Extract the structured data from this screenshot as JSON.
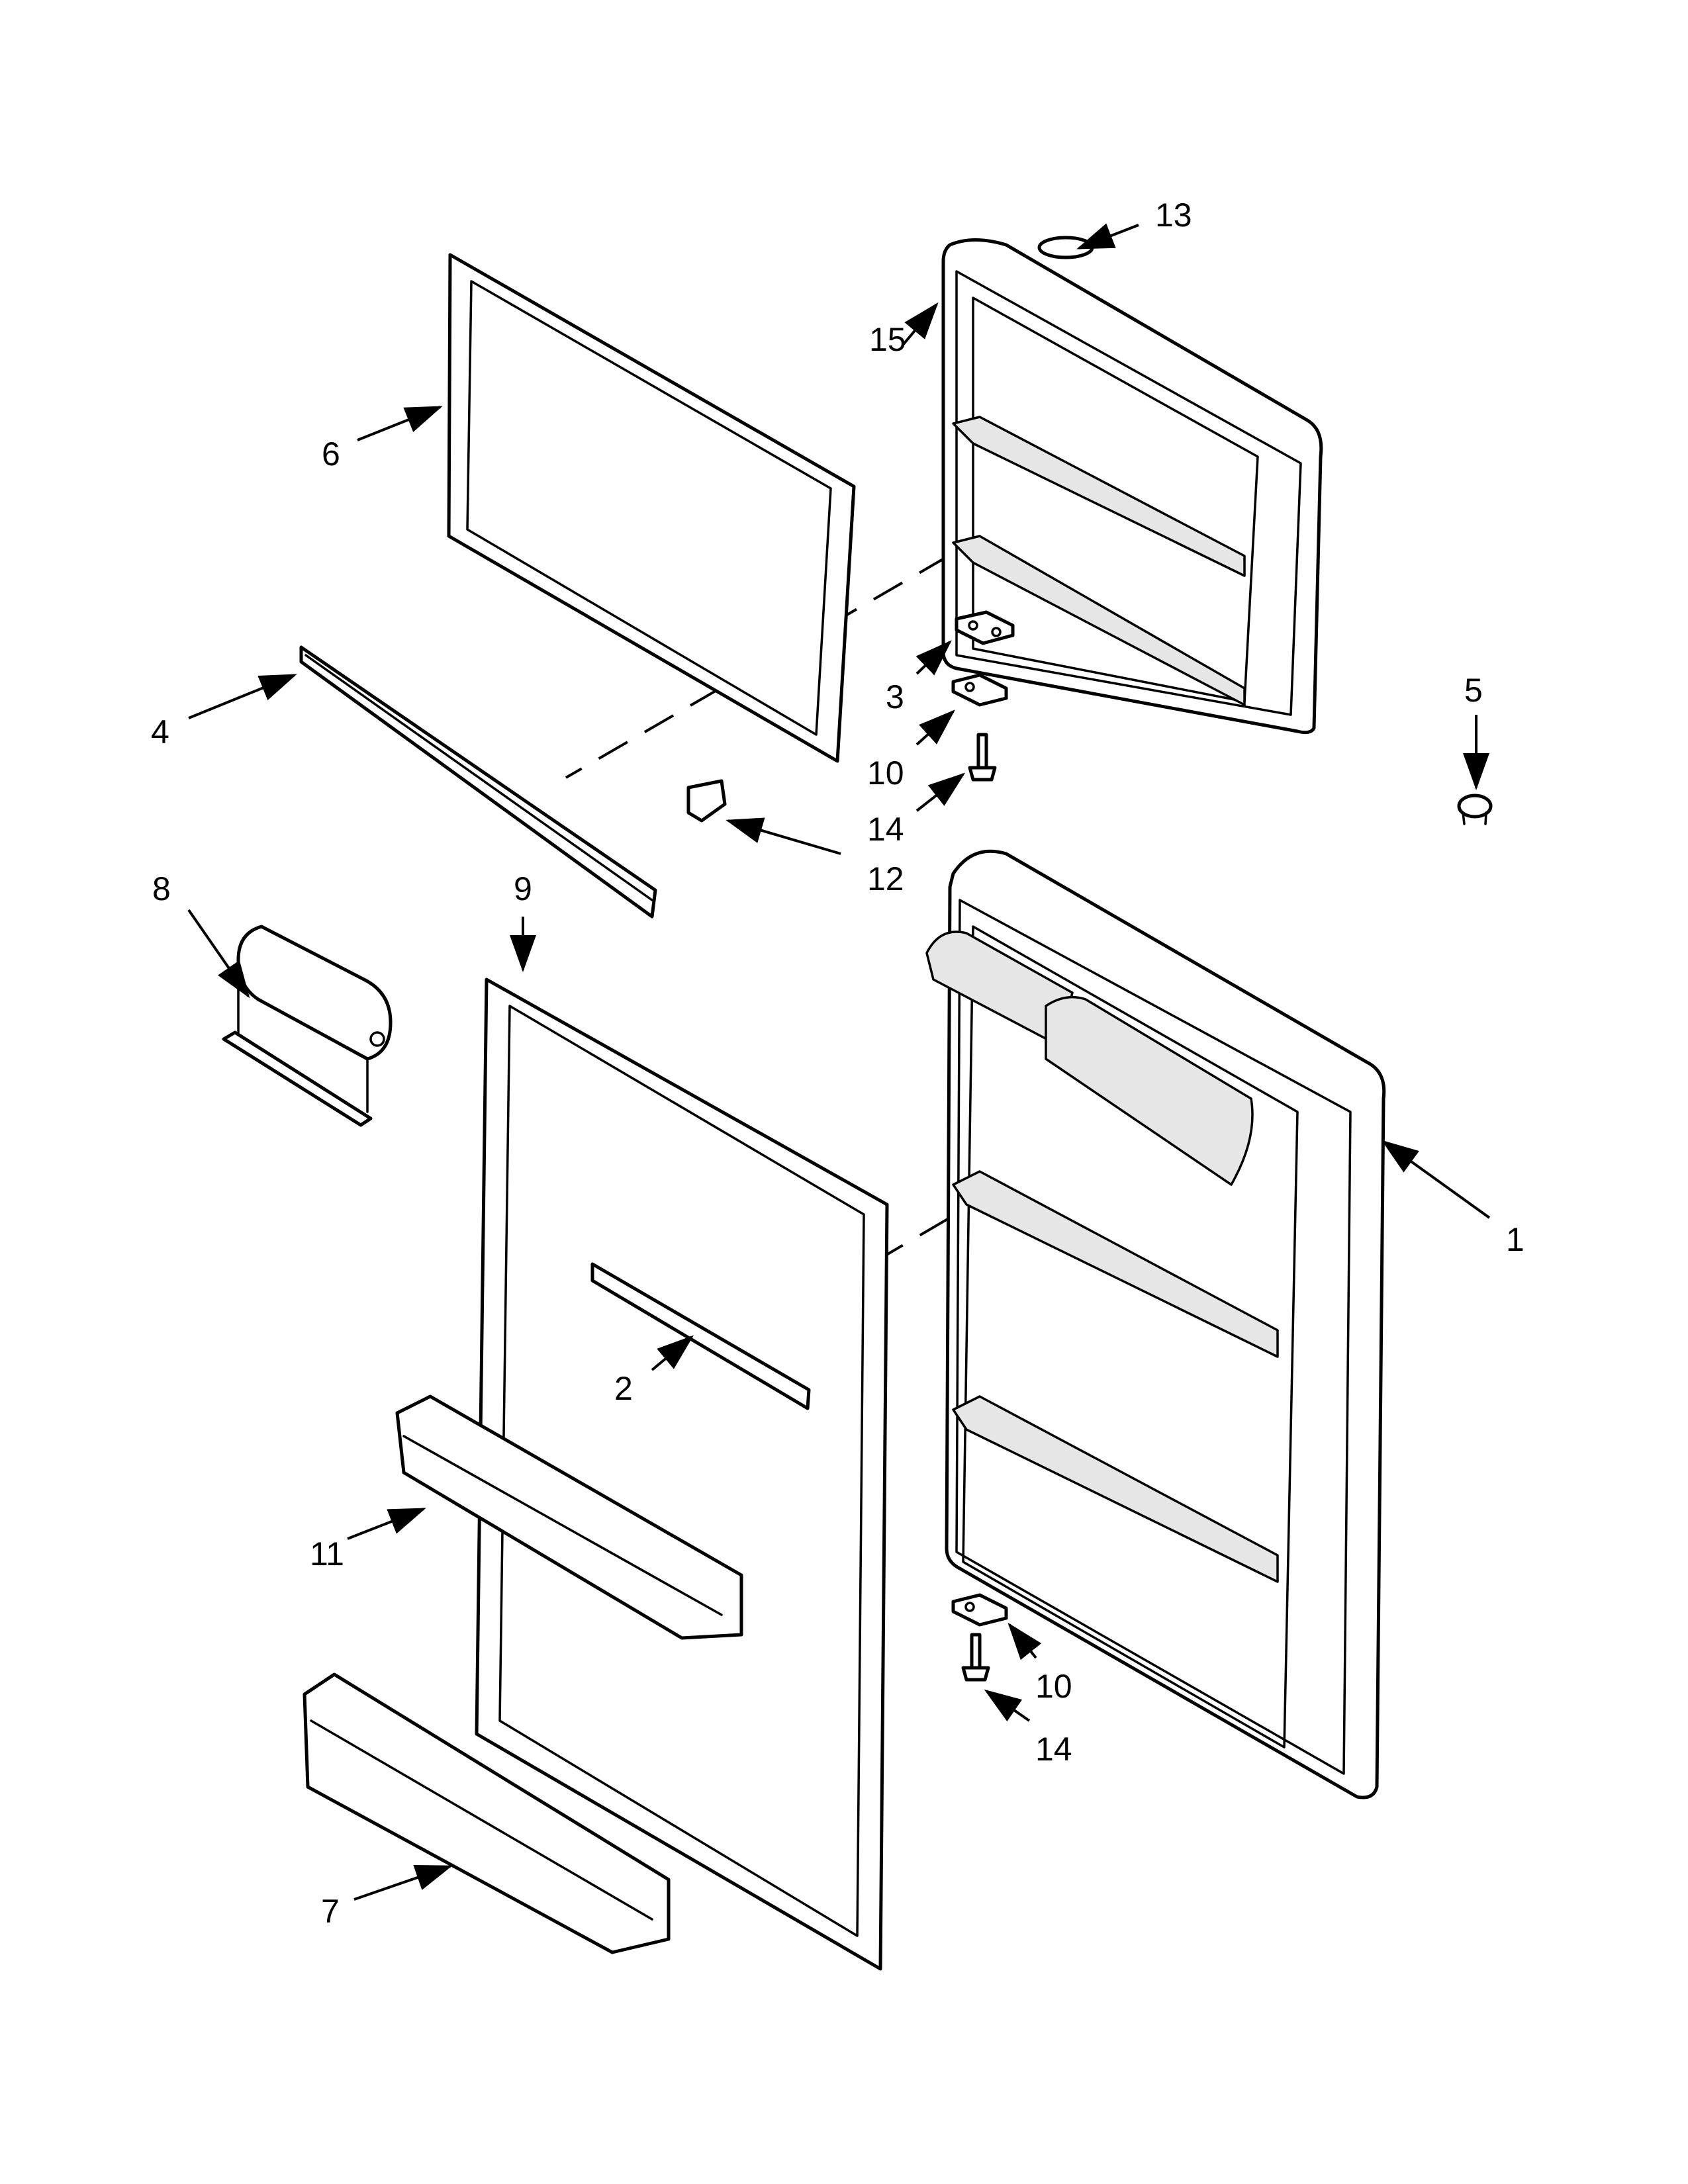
{
  "diagram": {
    "callouts": {
      "c1": "1",
      "c2": "2",
      "c3": "3",
      "c4": "4",
      "c5": "5",
      "c6": "6",
      "c7": "7",
      "c8": "8",
      "c9": "9",
      "c10a": "10",
      "c10b": "10",
      "c11": "11",
      "c12": "12",
      "c13": "13",
      "c14a": "14",
      "c14b": "14",
      "c15": "15"
    },
    "colors": {
      "line": "#000000",
      "background": "#ffffff",
      "fill": "#e6e6e6"
    }
  }
}
